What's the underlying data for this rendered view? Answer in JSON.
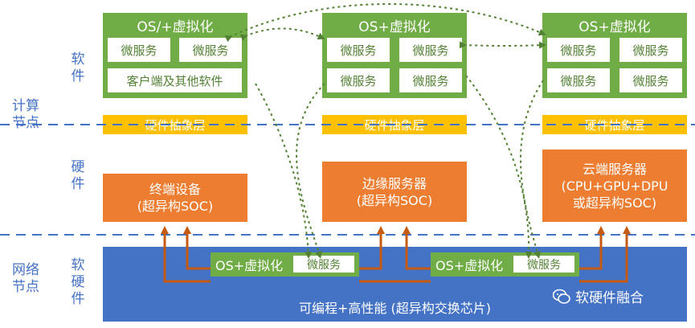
{
  "side_labels": {
    "software": "软\n件",
    "compute_node": "计算\n节点",
    "hardware": "硬\n件",
    "network_node": "网络\n节点",
    "soft_hardware": "软\n硬\n件"
  },
  "nodes": [
    {
      "os_title": "OS/+虚拟化",
      "microservices": [
        "微服务",
        "微服务"
      ],
      "client_software": "客户端及其他软件",
      "hal": "硬件抽象层",
      "hardware": [
        "终端设备",
        "(超异构SOC)"
      ]
    },
    {
      "os_title": "OS+虚拟化",
      "microservices": [
        "微服务",
        "微服务",
        "微服务",
        "微服务"
      ],
      "hal": "硬件抽象层",
      "hardware": [
        "边缘服务器",
        "(超异构SOC)"
      ]
    },
    {
      "os_title": "OS+虚拟化",
      "microservices": [
        "微服务",
        "微服务",
        "微服务",
        "微服务"
      ],
      "hal": "硬件抽象层",
      "hardware": [
        "云端服务器",
        "(CPU+GPU+DPU",
        "或超异构SOC)"
      ]
    }
  ],
  "network": {
    "chips": [
      {
        "label": "OS+虚拟化",
        "microservice": "微服务"
      },
      {
        "label": "OS+虚拟化",
        "microservice": "微服务"
      }
    ],
    "label": "可编程+高性能  (超异构交换芯片)"
  },
  "watermark": "软硬件融合",
  "colors": {
    "green": "#70ad47",
    "yellow": "#ffc000",
    "orange": "#ed7d31",
    "blue": "#4472c4",
    "arrow": "#c55a11",
    "dotted": "#548235"
  }
}
